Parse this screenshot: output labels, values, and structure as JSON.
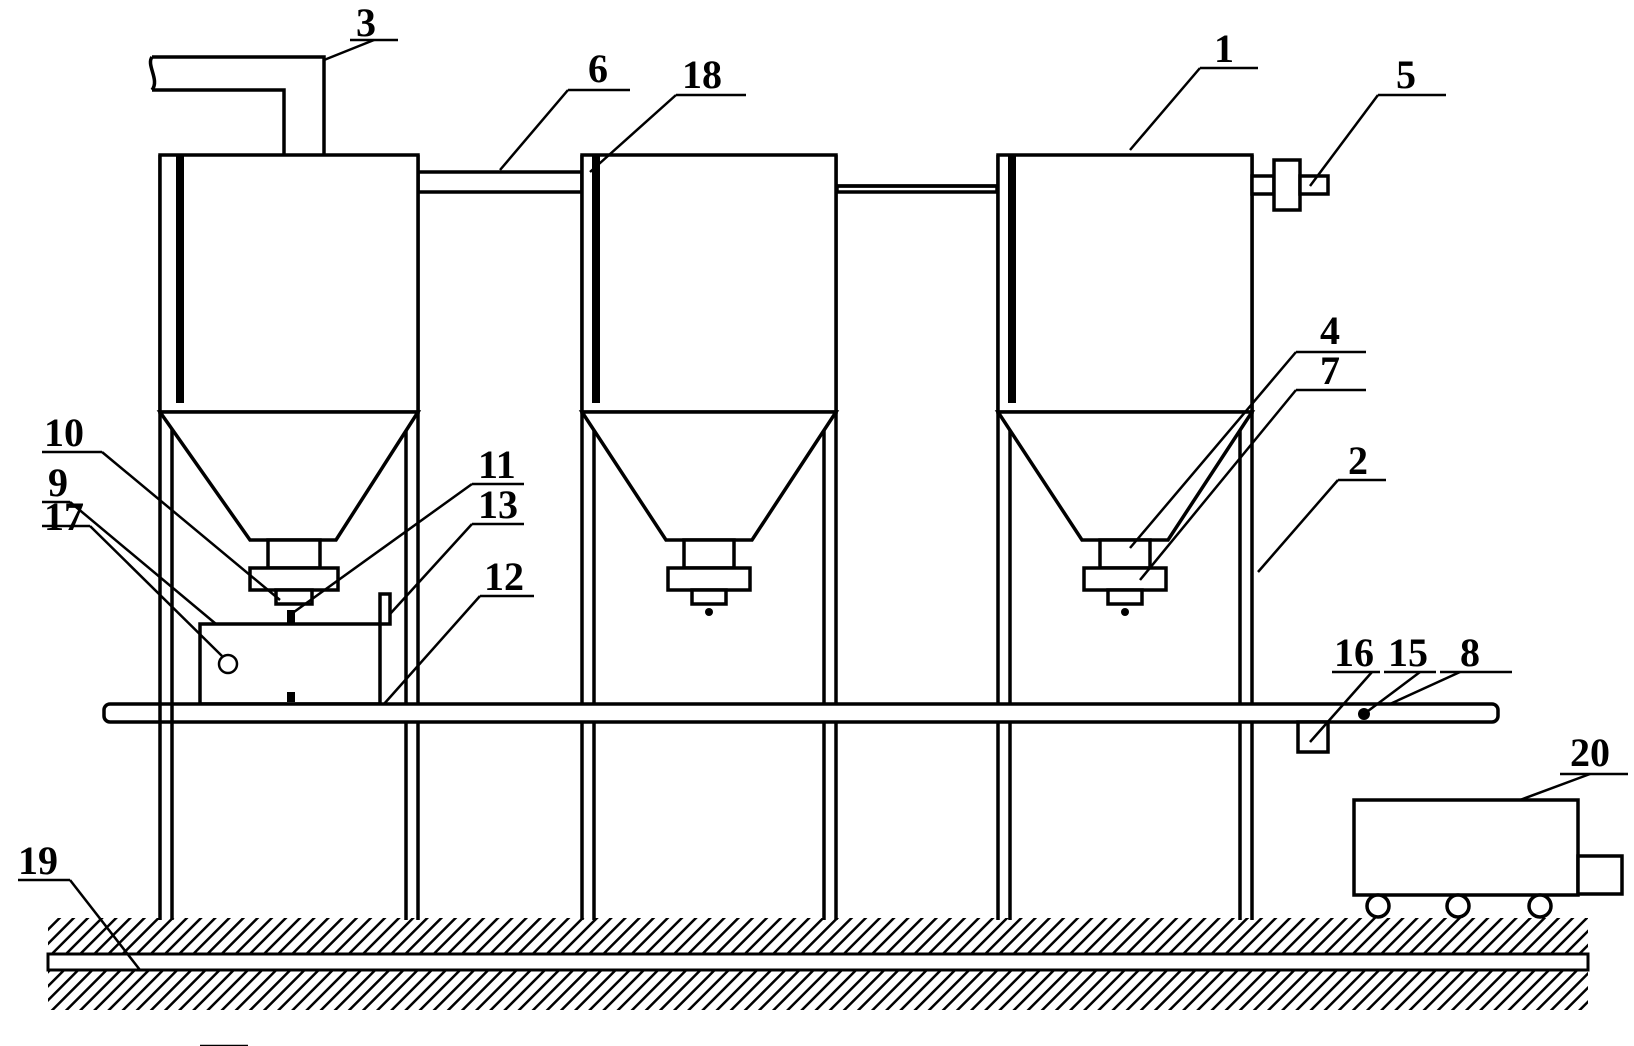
{
  "labels": {
    "l1": "1",
    "l2": "2",
    "l3": "3",
    "l4": "4",
    "l5": "5",
    "l6": "6",
    "l7": "7",
    "l8": "8",
    "l9": "9",
    "l10": "10",
    "l11": "11",
    "l12": "12",
    "l13": "13",
    "l15": "15",
    "l16": "16",
    "l17": "17",
    "l18": "18",
    "l19": "19",
    "l20": "20"
  },
  "colors": {
    "line": "#000000",
    "background": "#ffffff"
  }
}
